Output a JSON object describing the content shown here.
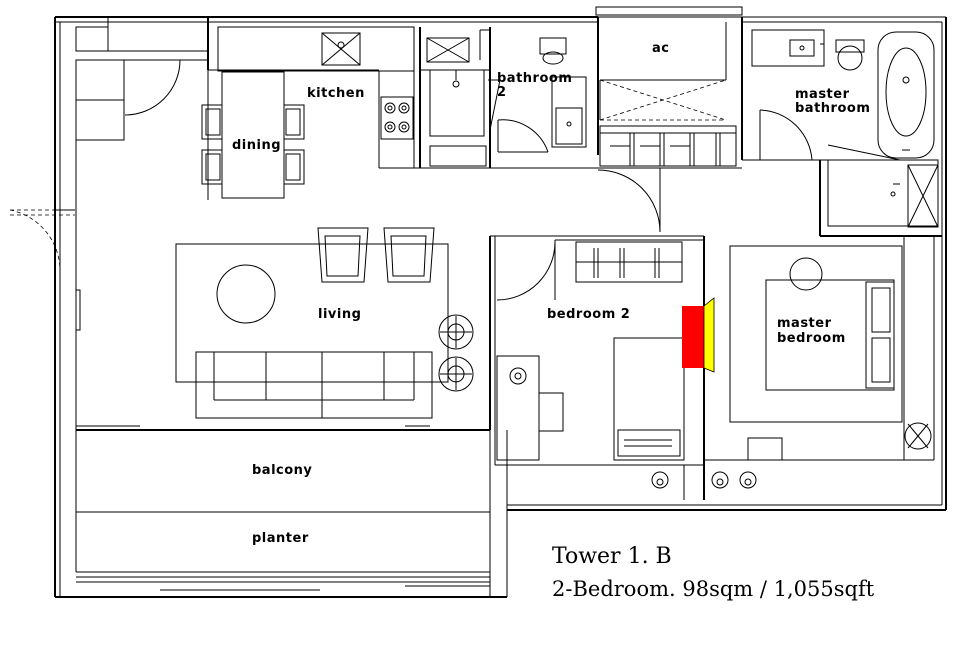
{
  "rooms": {
    "kitchen": "kitchen",
    "bathroom2_line1": "bathroom",
    "bathroom2_line2": "2",
    "ac": "ac",
    "master_bath_line1": "master",
    "master_bath_line2": "bathroom",
    "dining": "dining",
    "living": "living",
    "bedroom2": "bedroom 2",
    "master_bed_line1": "master",
    "master_bed_line2": "bedroom",
    "balcony": "balcony",
    "planter": "planter"
  },
  "caption": {
    "title": "Tower 1. B",
    "subtitle": "2-Bedroom. 98sqm / 1,055sqft"
  },
  "colors": {
    "wall": "#000000",
    "highlight_red": "#ff0000",
    "highlight_yellow": "#ffff00",
    "background": "#ffffff"
  }
}
